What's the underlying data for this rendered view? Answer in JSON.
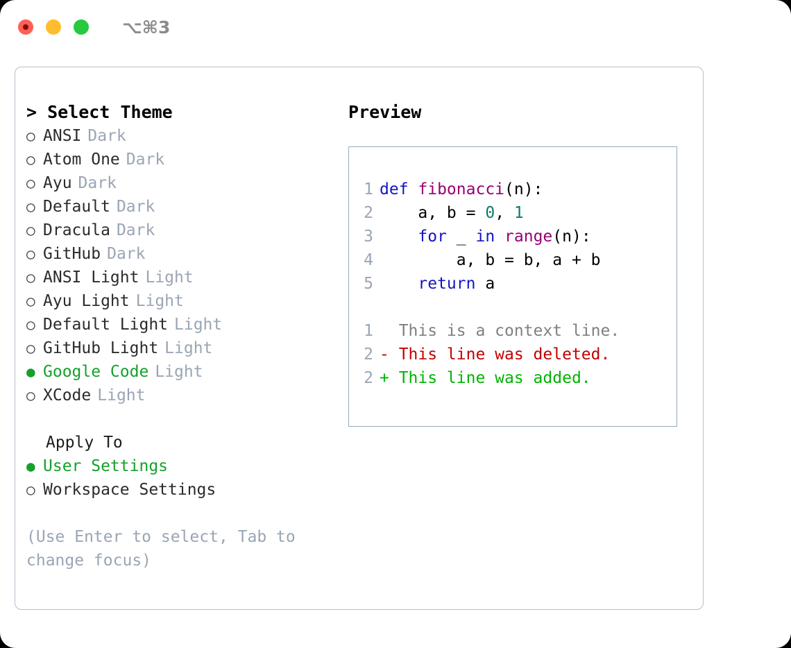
{
  "window": {
    "shortcut": "⌥⌘3",
    "traffic_lights": [
      "close-red",
      "minimize-amber",
      "maximize-green"
    ]
  },
  "left": {
    "title": "> Select Theme",
    "themes": [
      {
        "bullet": "○",
        "name": "ANSI",
        "tag": "Dark",
        "selected": false
      },
      {
        "bullet": "○",
        "name": "Atom One",
        "tag": "Dark",
        "selected": false
      },
      {
        "bullet": "○",
        "name": "Ayu",
        "tag": "Dark",
        "selected": false
      },
      {
        "bullet": "○",
        "name": "Default",
        "tag": "Dark",
        "selected": false
      },
      {
        "bullet": "○",
        "name": "Dracula",
        "tag": "Dark",
        "selected": false
      },
      {
        "bullet": "○",
        "name": "GitHub",
        "tag": "Dark",
        "selected": false
      },
      {
        "bullet": "○",
        "name": "ANSI Light",
        "tag": "Light",
        "selected": false
      },
      {
        "bullet": "○",
        "name": "Ayu Light",
        "tag": "Light",
        "selected": false
      },
      {
        "bullet": "○",
        "name": "Default Light",
        "tag": "Light",
        "selected": false
      },
      {
        "bullet": "○",
        "name": "GitHub Light",
        "tag": "Light",
        "selected": false
      },
      {
        "bullet": "●",
        "name": "Google Code",
        "tag": "Light",
        "selected": true
      },
      {
        "bullet": "○",
        "name": "XCode",
        "tag": "Light",
        "selected": false
      }
    ],
    "apply_to_label": "Apply To",
    "apply_to": [
      {
        "bullet": "●",
        "name": "User Settings",
        "selected": true
      },
      {
        "bullet": "○",
        "name": "Workspace Settings",
        "selected": false
      }
    ],
    "hint": "(Use Enter to select, Tab to change focus)"
  },
  "right": {
    "title": "Preview",
    "code_lines": [
      {
        "num": "1",
        "tokens": [
          {
            "t": "def ",
            "c": "t-kw"
          },
          {
            "t": "fibonacci",
            "c": "t-fn"
          },
          {
            "t": "(n):",
            "c": "t-pl"
          }
        ]
      },
      {
        "num": "2",
        "tokens": [
          {
            "t": "    a, b = ",
            "c": "t-pl"
          },
          {
            "t": "0",
            "c": "t-num"
          },
          {
            "t": ", ",
            "c": "t-pl"
          },
          {
            "t": "1",
            "c": "t-num"
          }
        ]
      },
      {
        "num": "3",
        "tokens": [
          {
            "t": "    ",
            "c": "t-pl"
          },
          {
            "t": "for",
            "c": "t-kw"
          },
          {
            "t": " _ ",
            "c": "t-pl"
          },
          {
            "t": "in",
            "c": "t-kw"
          },
          {
            "t": " ",
            "c": "t-pl"
          },
          {
            "t": "range",
            "c": "t-fn"
          },
          {
            "t": "(n):",
            "c": "t-pl"
          }
        ]
      },
      {
        "num": "4",
        "tokens": [
          {
            "t": "        a, b = b, a + b",
            "c": "t-pl"
          }
        ]
      },
      {
        "num": "5",
        "tokens": [
          {
            "t": "    ",
            "c": "t-pl"
          },
          {
            "t": "return",
            "c": "t-kw"
          },
          {
            "t": " a",
            "c": "t-pl"
          }
        ]
      }
    ],
    "diff_lines": [
      {
        "num": "1",
        "text": "  This is a context line.",
        "c": "t-ctx"
      },
      {
        "num": "2",
        "text": "- This line was deleted.",
        "c": "t-del"
      },
      {
        "num": "2",
        "text": "+ This line was added.",
        "c": "t-add"
      }
    ]
  },
  "colors": {
    "accent_green": "#16a02c",
    "muted": "#9aa5b5",
    "keyword": "#1414c4",
    "function": "#990073",
    "number": "#0d7a6a",
    "diff_deleted": "#c30000",
    "diff_added": "#00b300",
    "border": "#b6bfcb"
  }
}
